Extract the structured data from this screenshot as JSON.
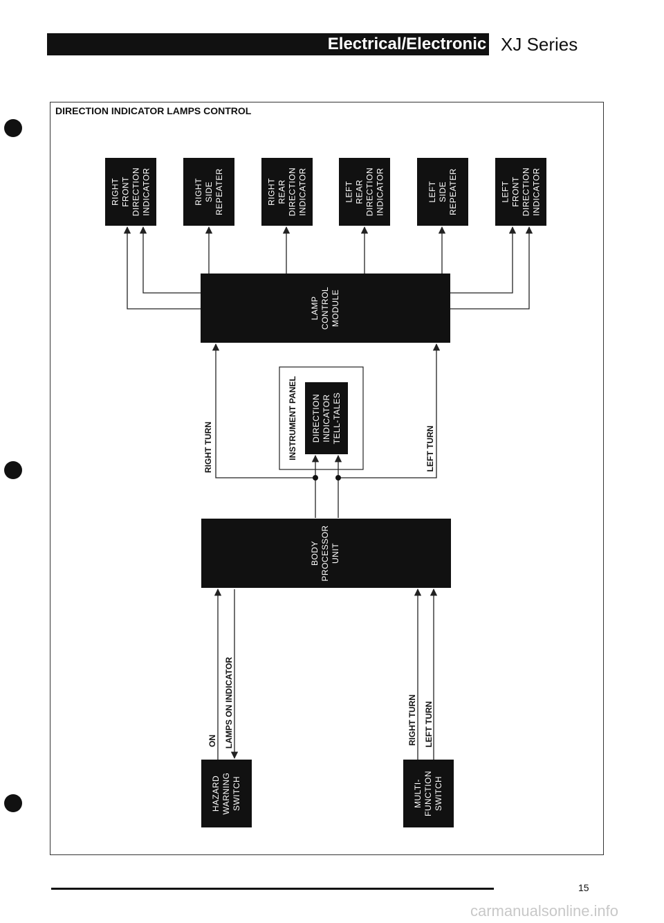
{
  "header": {
    "section": "Electrical/Electronic",
    "series": "XJ Series"
  },
  "diagram": {
    "title": "DIRECTION INDICATOR LAMPS CONTROL",
    "lamps": [
      {
        "id": "rf",
        "lines": [
          "RIGHT",
          "FRONT",
          "DIRECTION",
          "INDICATOR"
        ]
      },
      {
        "id": "rs",
        "lines": [
          "RIGHT",
          "SIDE",
          "REPEATER"
        ]
      },
      {
        "id": "rr",
        "lines": [
          "RIGHT",
          "REAR",
          "DIRECTION",
          "INDICATOR"
        ]
      },
      {
        "id": "lr",
        "lines": [
          "LEFT",
          "REAR",
          "DIRECTION",
          "INDICATOR"
        ]
      },
      {
        "id": "ls",
        "lines": [
          "LEFT",
          "SIDE",
          "REPEATER"
        ]
      },
      {
        "id": "lf",
        "lines": [
          "LEFT",
          "FRONT",
          "DIRECTION",
          "INDICATOR"
        ]
      }
    ],
    "lamp_control_module": [
      "LAMP",
      "CONTROL",
      "MODULE"
    ],
    "instrument_panel": "INSTRUMENT PANEL",
    "tell_tales": [
      "DIRECTION",
      "INDICATOR",
      "TELL-TALES"
    ],
    "body_processor": [
      "BODY",
      "PROCESSOR",
      "UNIT"
    ],
    "hazard_switch": [
      "HAZARD",
      "WARNING",
      "SWITCH"
    ],
    "multifunction_switch": [
      "MULTI-",
      "FUNCTION",
      "SWITCH"
    ],
    "labels": {
      "right_turn_upper": "RIGHT TURN",
      "left_turn_upper": "LEFT TURN",
      "on": "ON",
      "lamps_on_indicator": "LAMPS ON INDICATOR",
      "right_turn_lower": "RIGHT TURN",
      "left_turn_lower": "LEFT TURN"
    }
  },
  "footer": {
    "page_number": "15",
    "watermark": "carmanualsonline.info"
  },
  "colors": {
    "block": "#111111",
    "block_text": "#ffffff",
    "line": "#222222"
  }
}
